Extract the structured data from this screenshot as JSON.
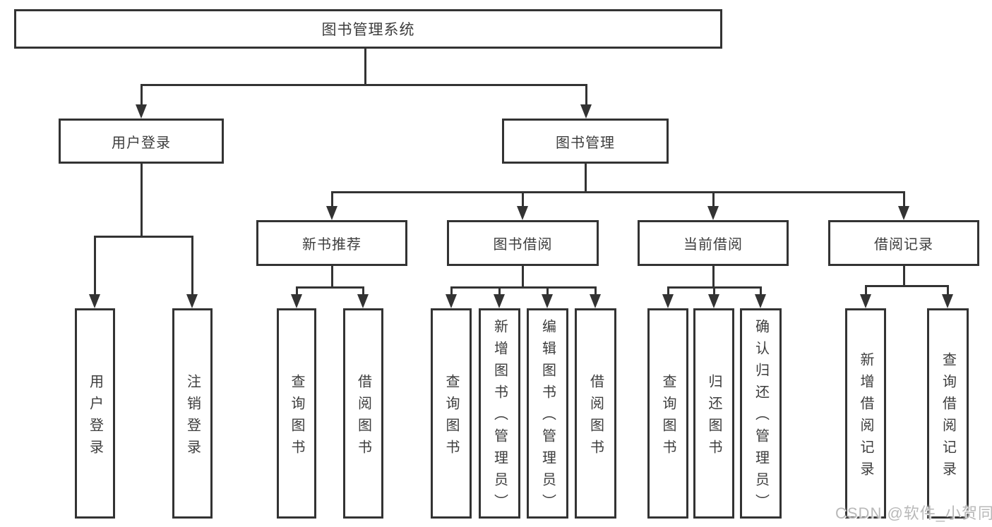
{
  "root": "图书管理系统",
  "level1": [
    "用户登录",
    "图书管理"
  ],
  "level2": [
    "新书推荐",
    "图书借阅",
    "当前借阅",
    "借阅记录"
  ],
  "leaves": {
    "login": [
      "用户登录",
      "注销登录"
    ],
    "recommend": [
      "查询图书",
      "借阅图书"
    ],
    "borrow": [
      "查询图书",
      "新增图书（管理员）",
      "编辑图书（管理员）",
      "借阅图书"
    ],
    "current": [
      "查询图书",
      "归还图书",
      "确认归还（管理员）"
    ],
    "records": [
      "新增借阅记录",
      "查询借阅记录"
    ]
  },
  "watermark": "CSDN @软件_小贺同学",
  "colors": {
    "line": "#333333",
    "border": "#333333",
    "text": "#3d3d3d",
    "watermark": "#b9b9b9",
    "background": "#ffffff"
  }
}
